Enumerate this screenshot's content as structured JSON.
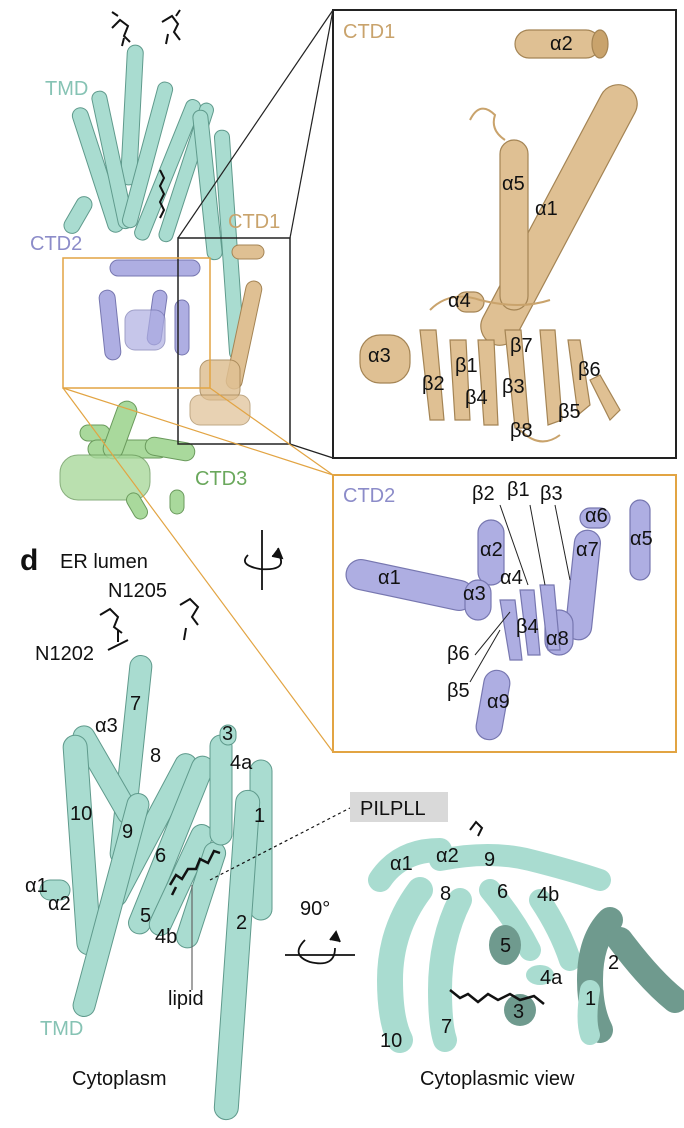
{
  "colors": {
    "tmd": "#a9dcd0",
    "tmd_text": "#86c3b4",
    "ctd1": "#dfc093",
    "ctd1_text": "#c9a36c",
    "ctd2": "#aeaee2",
    "ctd2_text": "#8c8cc9",
    "ctd3": "#a9d99c",
    "ctd3_text": "#6aa85c",
    "cyto_view": "#6f9a8e",
    "inset_border_ctd1": "#222222",
    "inset_border_ctd2": "#e2a443",
    "label_box": "#d9d9d9"
  },
  "overview": {
    "tmd_label": "TMD",
    "ctd1_label": "CTD1",
    "ctd2_label": "CTD2",
    "ctd3_label": "CTD3"
  },
  "inset_ctd1": {
    "title": "CTD1",
    "labels": [
      "α2",
      "α5",
      "α1",
      "α4",
      "α3",
      "β1",
      "β7",
      "β2",
      "β6",
      "β4",
      "β3",
      "β5",
      "β8"
    ]
  },
  "inset_ctd2": {
    "title": "CTD2",
    "labels": [
      "β2",
      "β1",
      "β3",
      "α6",
      "α5",
      "α2",
      "α7",
      "α1",
      "α4",
      "α3",
      "β4",
      "α8",
      "β6",
      "β5",
      "α9"
    ]
  },
  "panel_d": {
    "panel_letter": "d",
    "er_lumen": "ER lumen",
    "glycan_1": "N1205",
    "glycan_2": "N1202",
    "helix_labels": [
      "7",
      "α3",
      "3",
      "8",
      "4a",
      "10",
      "9",
      "1",
      "6",
      "α1",
      "α2",
      "5",
      "2",
      "4b"
    ],
    "lipid_label": "lipid",
    "tmd_label": "TMD",
    "cytoplasm": "Cytoplasm",
    "pilpll": "PILPLL"
  },
  "rotation": {
    "angle": "90°"
  },
  "cyto_view": {
    "labels": [
      "α1",
      "α2",
      "9",
      "8",
      "6",
      "4b",
      "5",
      "4a",
      "2",
      "1",
      "3",
      "10",
      "7"
    ],
    "caption": "Cytoplasmic view"
  }
}
